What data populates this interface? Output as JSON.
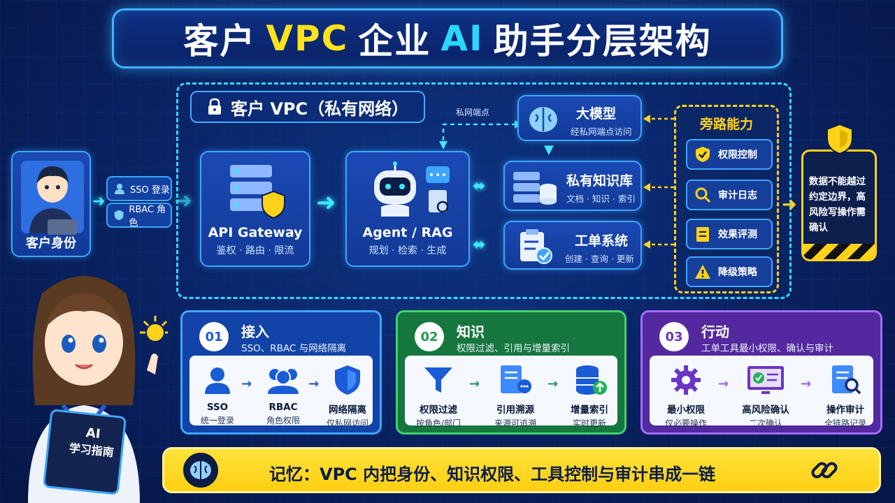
{
  "title": {
    "part1": "客户",
    "vpc": "VPC",
    "part2": "企业",
    "ai": "AI",
    "part3": "助手分层架构"
  },
  "customer": {
    "label": "客户身份"
  },
  "auth": {
    "sso": "SSO 登录",
    "rbac": "RBAC 角色"
  },
  "vpc": {
    "label": "客户 VPC（私有网络）",
    "private_endpoint": "私网端点"
  },
  "gateway": {
    "title": "API Gateway",
    "sub": "鉴权 · 路由 · 限流"
  },
  "agent": {
    "title": "Agent / RAG",
    "sub": "规划 · 检索 · 生成"
  },
  "llm": {
    "title": "大模型",
    "sub": "经私网端点访问"
  },
  "kb": {
    "title": "私有知识库",
    "sub": "文档 · 知识 · 索引"
  },
  "ticket": {
    "title": "工单系统",
    "sub": "创建 · 查询 · 更新"
  },
  "bypass": {
    "title": "旁路能力",
    "items": [
      "权限控制",
      "审计日志",
      "效果评测",
      "降级策略"
    ]
  },
  "warning": {
    "text": "数据不能越过约定边界，高风险写操作需确认"
  },
  "panels": [
    {
      "num": "01",
      "title": "接入",
      "sub": "SSO、RBAC 与网络隔离",
      "items": [
        {
          "name": "SSO",
          "desc": "统一登录"
        },
        {
          "name": "RBAC",
          "desc": "角色权限"
        },
        {
          "name": "网络隔离",
          "desc": "仅私网访问"
        }
      ]
    },
    {
      "num": "02",
      "title": "知识",
      "sub": "权限过滤、引用与增量索引",
      "items": [
        {
          "name": "权限过滤",
          "desc": "按角色/部门"
        },
        {
          "name": "引用溯源",
          "desc": "来源可追溯"
        },
        {
          "name": "增量索引",
          "desc": "实时更新"
        }
      ]
    },
    {
      "num": "03",
      "title": "行动",
      "sub": "工单工具最小权限、确认与审计",
      "items": [
        {
          "name": "最小权限",
          "desc": "仅必要操作"
        },
        {
          "name": "高风险确认",
          "desc": "二次确认"
        },
        {
          "name": "操作审计",
          "desc": "全链路记录"
        }
      ]
    }
  ],
  "book": {
    "line1": "AI",
    "line2": "学习指南"
  },
  "memory": {
    "text": "记忆：VPC 内把身份、知识权限、工具控制与审计串成一链"
  },
  "colors": {
    "accent_yellow": "#ffe21a",
    "accent_cyan": "#29d7ff",
    "panel_blue": "#1244a8",
    "panel_green": "#16773e",
    "panel_purple": "#54289e"
  }
}
